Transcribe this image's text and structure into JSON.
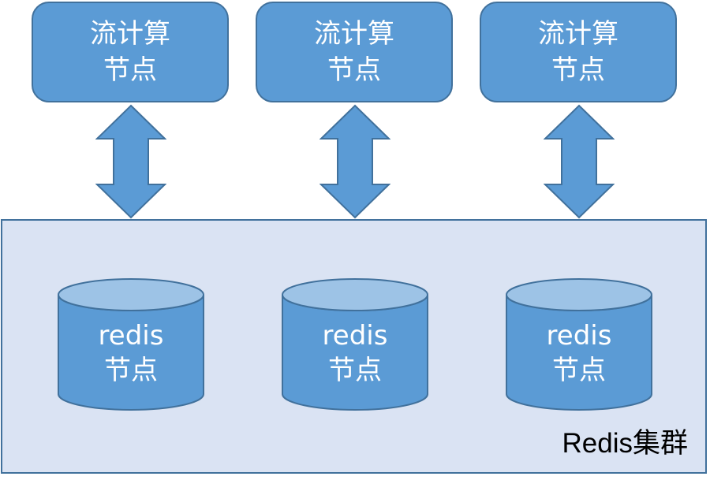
{
  "compute_nodes": [
    {
      "line1": "流计算",
      "line2": "节点"
    },
    {
      "line1": "流计算",
      "line2": "节点"
    },
    {
      "line1": "流计算",
      "line2": "节点"
    }
  ],
  "redis_nodes": [
    {
      "line1": "redis",
      "line2": "节点"
    },
    {
      "line1": "redis",
      "line2": "节点"
    },
    {
      "line1": "redis",
      "line2": "节点"
    }
  ],
  "cluster": {
    "label": "Redis集群"
  },
  "colors": {
    "node_fill": "#5b9bd5",
    "node_border": "#41719c",
    "cylinder_top": "#9dc3e6",
    "cluster_fill": "#dae3f3",
    "text_on_node": "#ffffff"
  }
}
